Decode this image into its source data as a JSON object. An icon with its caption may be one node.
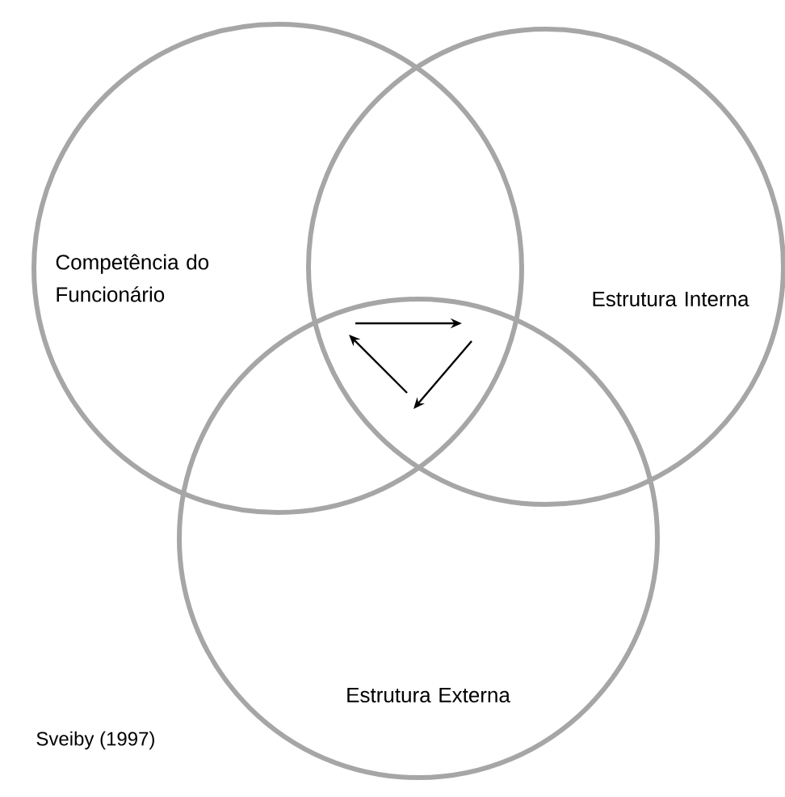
{
  "diagram": {
    "caption": "Sveiby (1997)",
    "nodes": [
      {
        "text": [
          "Competência do Funcionário"
        ]
      },
      {
        "text": [
          "Estrutura Interna"
        ]
      },
      {
        "text": [
          "Estrutura Externa"
        ]
      }
    ]
  }
}
